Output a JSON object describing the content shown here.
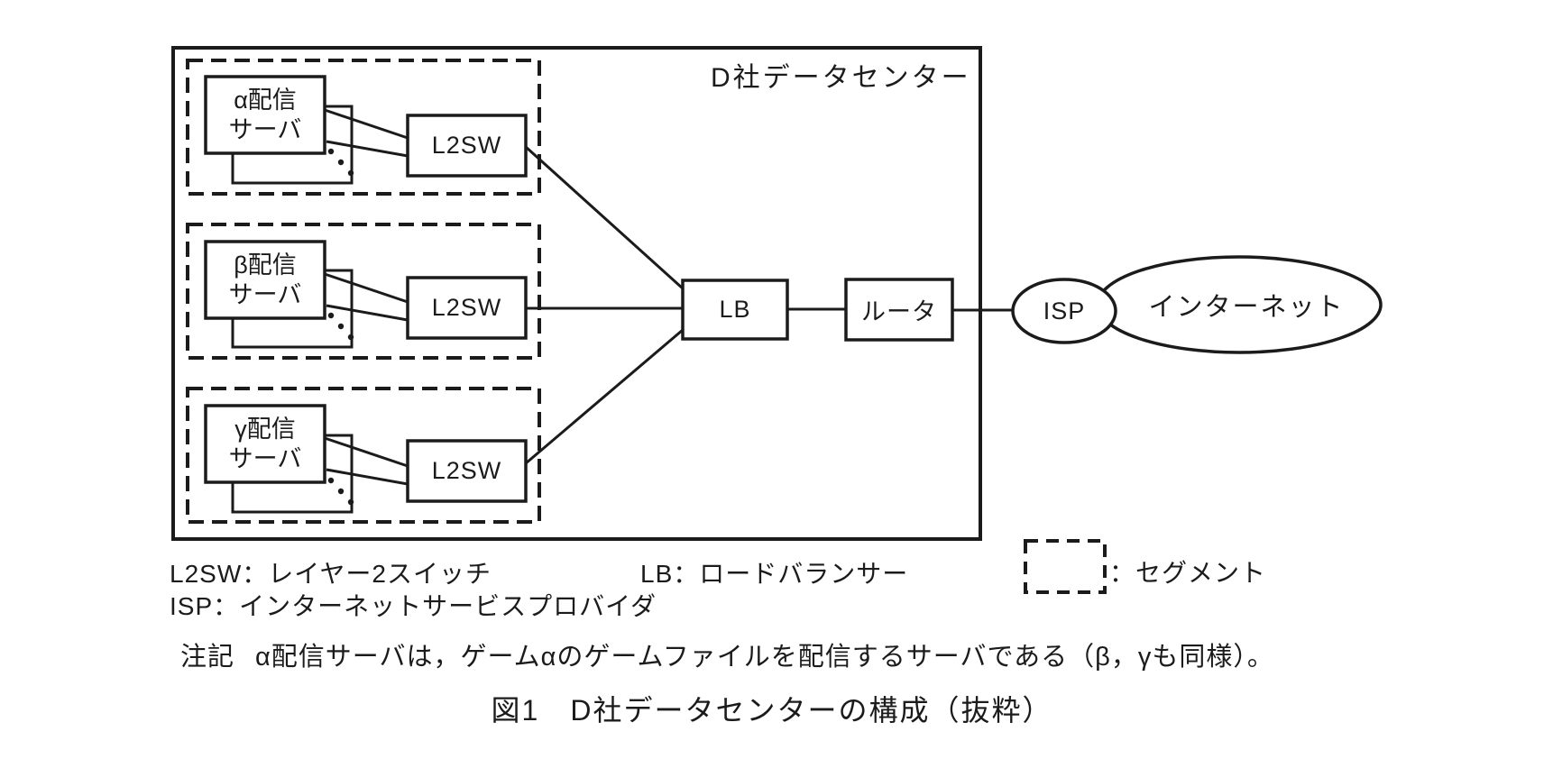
{
  "figure": {
    "datacenter_label": "D社データセンター",
    "segments": [
      {
        "server_label_line1": "α配信",
        "server_label_line2": "サーバ",
        "switch_label": "L2SW"
      },
      {
        "server_label_line1": "β配信",
        "server_label_line2": "サーバ",
        "switch_label": "L2SW"
      },
      {
        "server_label_line1": "γ配信",
        "server_label_line2": "サーバ",
        "switch_label": "L2SW"
      }
    ],
    "load_balancer_label": "LB",
    "router_label": "ルータ",
    "isp_label": "ISP",
    "internet_label": "インターネット"
  },
  "legend": {
    "l2sw": "L2SW：レイヤー2スイッチ",
    "lb": "LB：ロードバランサー",
    "isp": "ISP：インターネットサービスプロバイダ",
    "segment": "：セグメント"
  },
  "note": {
    "label": "注記",
    "text": "α配信サーバは，ゲームαのゲームファイルを配信するサーバである（β，γも同様）。"
  },
  "caption": "図1　D社データセンターの構成（抜粋）",
  "colors": {
    "ink": "#1b1b1b",
    "paper": "#ffffff"
  }
}
